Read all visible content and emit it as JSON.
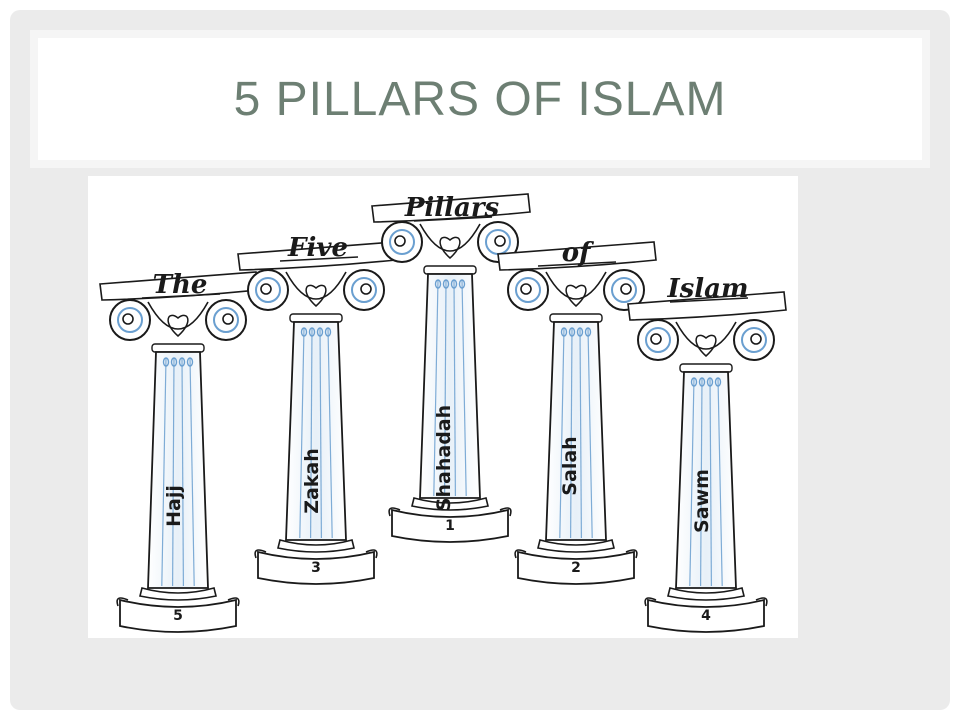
{
  "slide": {
    "title": "5 Pillars of Islam"
  },
  "figure": {
    "pillars": [
      {
        "heading": "The",
        "name": "Hajj",
        "number": "5"
      },
      {
        "heading": "Five",
        "name": "Zakah",
        "number": "3"
      },
      {
        "heading": "Pillars",
        "name": "Shahadah",
        "number": "1"
      },
      {
        "heading": "of",
        "name": "Salah",
        "number": "2"
      },
      {
        "heading": "Islam",
        "name": "Sawm",
        "number": "4"
      }
    ]
  },
  "colors": {
    "title": "#6d7f73",
    "frame": "#ebebeb",
    "fluting": "#6a9fd0",
    "ink": "#1a1a1a"
  }
}
